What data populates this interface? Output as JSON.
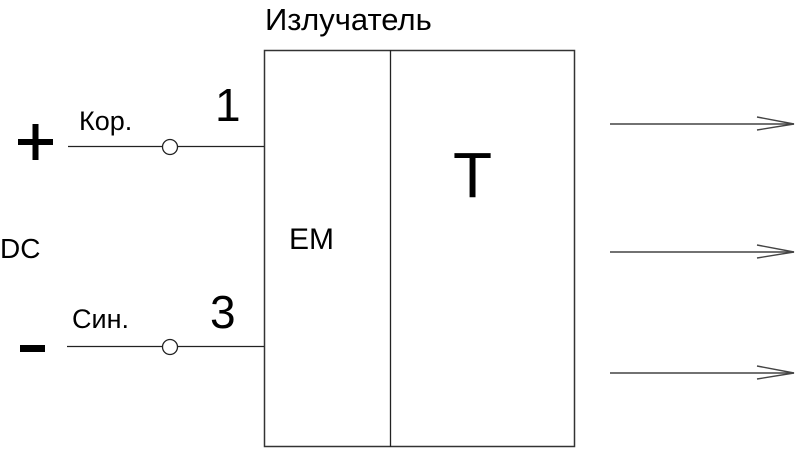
{
  "diagram": {
    "title": "Излучатель",
    "block_left_label": "EM",
    "block_right_label": "T",
    "power_label": "DC",
    "terminals": [
      {
        "polarity": "+",
        "wire_label": "Кор.",
        "pin": "1"
      },
      {
        "polarity": "-",
        "wire_label": "Син.",
        "pin": "3"
      }
    ],
    "outputs": [
      {
        "name": "output-arrow-1"
      },
      {
        "name": "output-arrow-2"
      },
      {
        "name": "output-arrow-3"
      }
    ]
  }
}
